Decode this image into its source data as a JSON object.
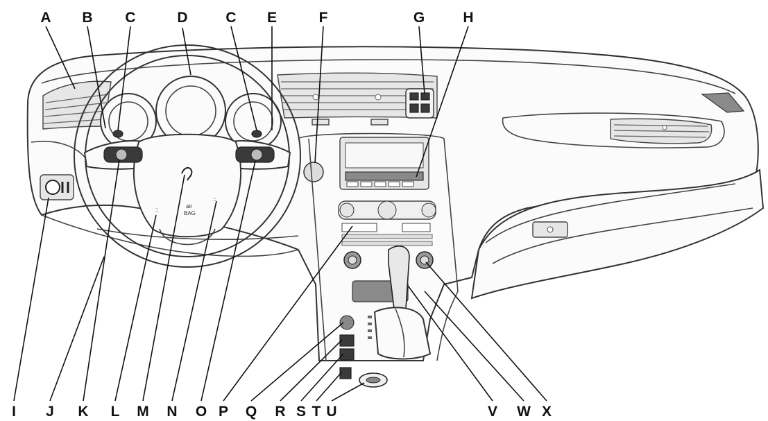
{
  "callouts": {
    "top": [
      "A",
      "B",
      "C",
      "D",
      "C",
      "E",
      "F",
      "G",
      "H"
    ],
    "bottom": [
      "I",
      "J",
      "K",
      "L",
      "M",
      "N",
      "O",
      "P",
      "Q",
      "R",
      "S",
      "T",
      "U",
      "V",
      "W",
      "X"
    ]
  },
  "airbag_marks": {
    "left": "::",
    "right": "::",
    "center_text_1": "air",
    "center_text_2": "BAG"
  },
  "icons": [
    "headlamp-switch-icon",
    "steering-wheel-controls-icon",
    "airbag-logo-icon",
    "shift-lever-icon"
  ]
}
